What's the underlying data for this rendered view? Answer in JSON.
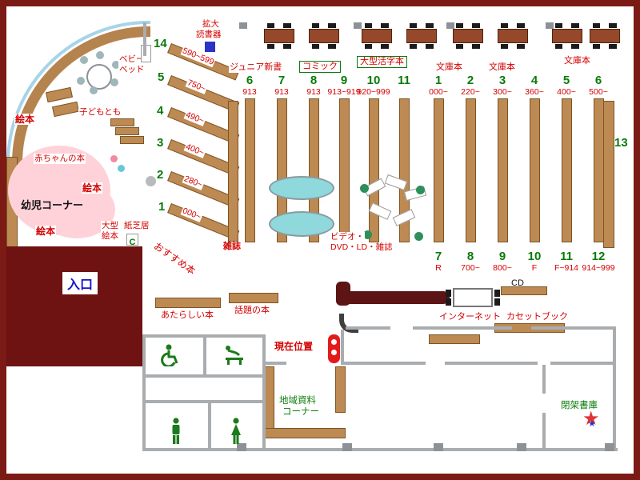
{
  "colors": {
    "frame_maroon": "#7c1a16",
    "shelf_brown": "#bc8a52",
    "accent_green": "#0a7a0a",
    "accent_red": "#d40000",
    "entrance_blue": "#1515cc",
    "cyan_display": "#8fd8dc",
    "pink_area": "#ffd2da",
    "counter_dark": "#5c1414"
  },
  "areas": {
    "yoji_corner": "幼児コーナー",
    "akachan": "赤ちゃんの本",
    "kodomo_tomo": "子どもとも",
    "ehon_1": "絵本",
    "ehon_2": "絵本",
    "ehon_3": "絵本",
    "baby_bed_l1": "ベビー",
    "baby_bed_l2": "ベッド",
    "ogata_ehon_l1": "大型",
    "ogata_ehon_l2": "絵本",
    "kamishibai": "紙芝居",
    "osusume": "おすすめ本",
    "entrance": "入口",
    "zasshi": "雑誌",
    "video_l1": "ビデオ・",
    "video_l2": "DVD・LD・雑誌",
    "atarashii": "あたらしい本",
    "wadai": "話題の本",
    "genzai": "現在位置",
    "cd": "CD",
    "internet": "インターネット",
    "cassette": "カセットブック",
    "chiiki_l1": "地域資料",
    "chiiki_l2": "コーナー",
    "heika": "閉架書庫",
    "kakudai_l1": "拡大",
    "kakudai_l2": "読書器",
    "junior_shinsho": "ジュニア新書",
    "comic": "コミック",
    "ogata_katsuji": "大型活字本",
    "bunko_1": "文庫本",
    "bunko_2": "文庫本",
    "bunko_3": "文庫本",
    "no13": "13"
  },
  "top_columns": [
    {
      "num": "6",
      "range": "913"
    },
    {
      "num": "7",
      "range": "913"
    },
    {
      "num": "8",
      "range": "913"
    },
    {
      "num": "9",
      "range": "913~919"
    },
    {
      "num": "10",
      "range": "920~999"
    },
    {
      "num": "11",
      "range": ""
    },
    {
      "num": "1",
      "range": "000~"
    },
    {
      "num": "2",
      "range": "220~"
    },
    {
      "num": "3",
      "range": "300~"
    },
    {
      "num": "4",
      "range": "360~"
    },
    {
      "num": "5",
      "range": "400~"
    },
    {
      "num": "6",
      "range": "500~"
    }
  ],
  "bottom_columns": [
    {
      "num": "7",
      "range": "R"
    },
    {
      "num": "8",
      "range": "700~"
    },
    {
      "num": "9",
      "range": "800~"
    },
    {
      "num": "10",
      "range": "F"
    },
    {
      "num": "11",
      "range": "F~914"
    },
    {
      "num": "12",
      "range": "914~999"
    }
  ],
  "diagonal_shelves": [
    {
      "num": "14",
      "range": "590~599"
    },
    {
      "num": "5",
      "range": "750~"
    },
    {
      "num": "4",
      "range": "490~"
    },
    {
      "num": "3",
      "range": "400~"
    },
    {
      "num": "2",
      "range": "280~"
    },
    {
      "num": "1",
      "range": "000~"
    }
  ],
  "icons": {
    "star": "★",
    "c_mark": "C"
  }
}
